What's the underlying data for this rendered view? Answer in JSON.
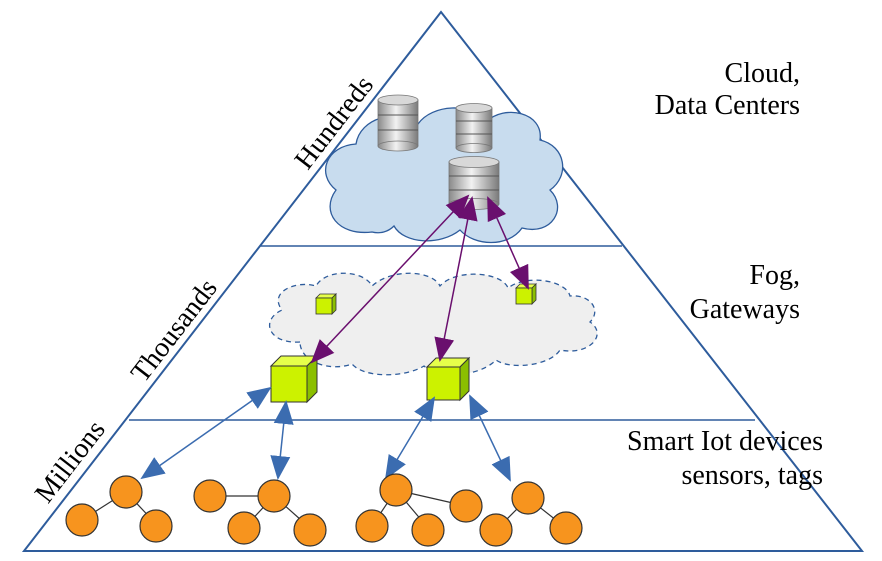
{
  "layers": {
    "cloud": {
      "line1": "Cloud,",
      "line2": "Data Centers",
      "count": "Hundreds"
    },
    "fog": {
      "line1": "Fog,",
      "line2": "Gateways",
      "count": "Thousands"
    },
    "devices": {
      "line1": "Smart Iot devices",
      "line2": "sensors, tags",
      "count": "Millions"
    }
  },
  "colors": {
    "outline": "#2e5c9c",
    "cloud_fill": "#c8dcee",
    "fog_fill": "#efefef",
    "gateway": "#ccf200",
    "gateway_side": "#8bbf00",
    "device": "#f7941e",
    "device_stroke": "#c96800",
    "arrow_cloud_fog": "#6a0f6e",
    "arrow_fog_device": "#3b6cb0"
  },
  "icons": [
    "server-icon",
    "gateway-cube-icon",
    "sensor-node-icon"
  ]
}
